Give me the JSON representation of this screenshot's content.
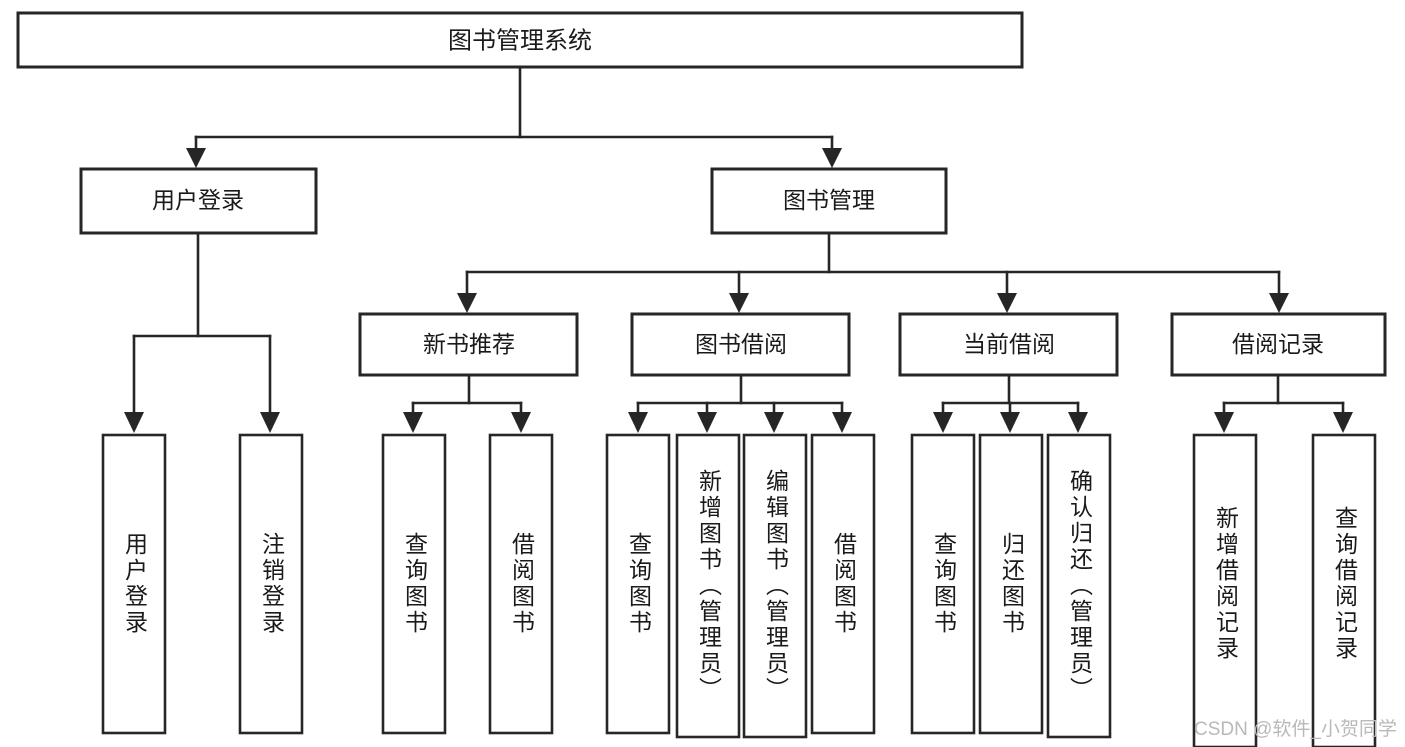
{
  "diagram": {
    "type": "tree-hierarchy",
    "title": "图书管理系统",
    "watermark": "CSDN @软件_小贺同学",
    "colors": {
      "stroke": "#262626",
      "fill": "#ffffff",
      "text": "#1a1a1a",
      "watermark": "#b9b9b9"
    },
    "levels": {
      "root": "图书管理系统",
      "level2": [
        "用户登录",
        "图书管理"
      ],
      "level3": [
        "新书推荐",
        "图书借阅",
        "当前借阅",
        "借阅记录"
      ],
      "level4": [
        "用户登录",
        "注销登录",
        "查询图书",
        "借阅图书",
        "查询图书",
        "新增图书（管理员）",
        "编辑图书（管理员）",
        "借阅图书",
        "查询图书",
        "归还图书",
        "确认归还（管理员）",
        "新增借阅记录",
        "查询借阅记录"
      ]
    },
    "nodes": {
      "root": {
        "label": "图书管理系统"
      },
      "user_login": {
        "label": "用户登录"
      },
      "book_manage": {
        "label": "图书管理"
      },
      "new_book_rec": {
        "label": "新书推荐"
      },
      "book_borrow": {
        "label": "图书借阅"
      },
      "current_borrow": {
        "label": "当前借阅"
      },
      "borrow_record": {
        "label": "借阅记录"
      },
      "leaf_user_login": {
        "label": "用户登录"
      },
      "leaf_user_logout": {
        "label": "注销登录"
      },
      "leaf_rec_query": {
        "label": "查询图书"
      },
      "leaf_rec_borrow": {
        "label": "借阅图书"
      },
      "leaf_borrow_query": {
        "label": "查询图书"
      },
      "leaf_borrow_add": {
        "label": "新增图书（管理员）"
      },
      "leaf_borrow_edit": {
        "label": "编辑图书（管理员）"
      },
      "leaf_borrow_lend": {
        "label": "借阅图书"
      },
      "leaf_cur_query": {
        "label": "查询图书"
      },
      "leaf_cur_return": {
        "label": "归还图书"
      },
      "leaf_cur_confirm": {
        "label": "确认归还（管理员）"
      },
      "leaf_rec_add": {
        "label": "新增借阅记录"
      },
      "leaf_rec_query2": {
        "label": "查询借阅记录"
      }
    }
  }
}
